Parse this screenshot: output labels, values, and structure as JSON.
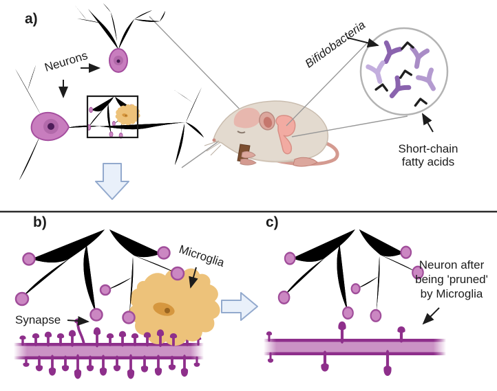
{
  "figure": {
    "panel_a": {
      "label": "a)",
      "neurons_label": "Neurons",
      "bifidobacteria_label": "Bifidobacteria",
      "scfa_line1": "Short-chain",
      "scfa_line2": "fatty acids"
    },
    "panel_b": {
      "label": "b)",
      "microglia_label": "Microglia",
      "synapse_label": "Synapse"
    },
    "panel_c": {
      "label": "c)",
      "pruned_line1": "Neuron after",
      "pruned_line2": "being 'pruned'",
      "pruned_line3": "by Microglia"
    },
    "colors": {
      "neuron_fill": "#cb87c2",
      "neuron_outline": "#a04d9a",
      "spine_dark": "#8e2f8b",
      "microglia_fill": "#edc27a",
      "microglia_nucleus": "#d6973f",
      "mouse_body": "#e3dacf",
      "mouse_pink": "#dca79d",
      "bacteria_dark": "#8a63ae",
      "bacteria_medium": "#a98cc6",
      "bacteria_light": "#c3aede",
      "scfa_black": "#1f1f1f",
      "block_arrow_fill": "#e9f0fa",
      "block_arrow_stroke": "#92a9cd",
      "divider": "#2b2b2b",
      "text": "#1b1b1b"
    }
  }
}
